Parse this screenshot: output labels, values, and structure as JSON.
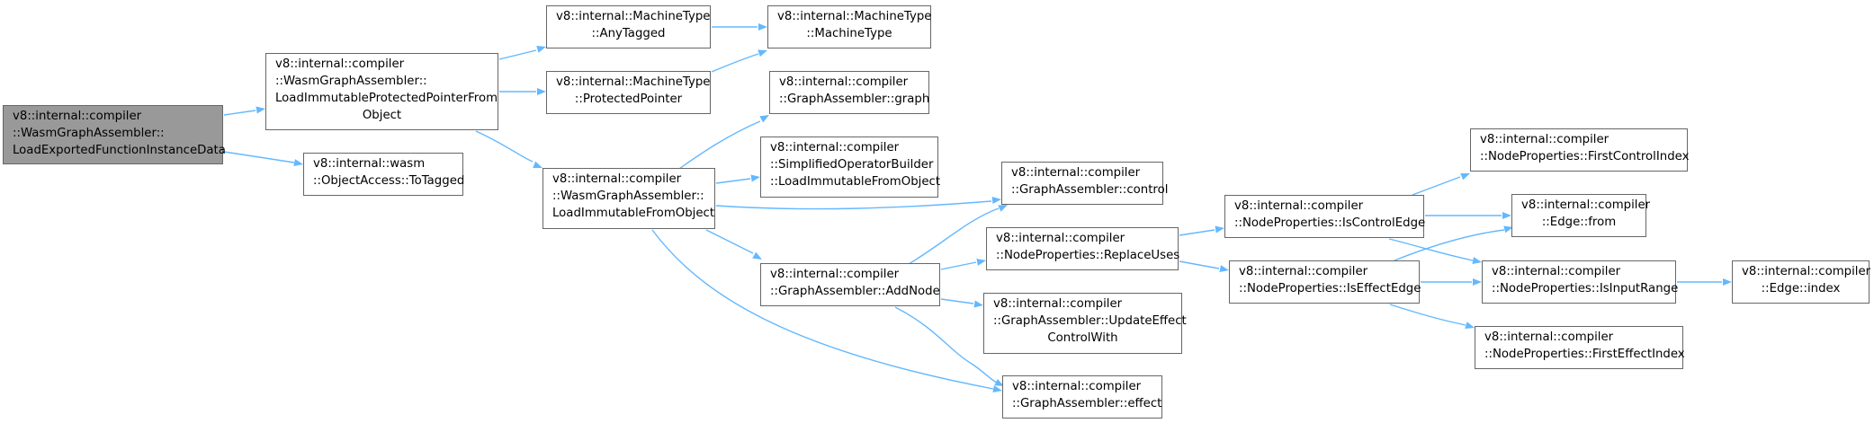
{
  "graph": {
    "nodes": [
      {
        "id": "root",
        "lines": [
          "v8::internal::compiler",
          "::WasmGraphAssembler::",
          "LoadExportedFunctionInstanceData"
        ]
      },
      {
        "id": "load_prot",
        "lines": [
          "v8::internal::compiler",
          "::WasmGraphAssembler::",
          "LoadImmutableProtectedPointerFrom",
          "Object"
        ]
      },
      {
        "id": "to_tagged",
        "lines": [
          "v8::internal::wasm",
          "::ObjectAccess::ToTagged"
        ]
      },
      {
        "id": "any_tagged",
        "lines": [
          "v8::internal::MachineType",
          "::AnyTagged"
        ]
      },
      {
        "id": "prot_ptr",
        "lines": [
          "v8::internal::MachineType",
          "::ProtectedPointer"
        ]
      },
      {
        "id": "load_imm",
        "lines": [
          "v8::internal::compiler",
          "::WasmGraphAssembler::",
          "LoadImmutableFromObject"
        ]
      },
      {
        "id": "mt_ctor",
        "lines": [
          "v8::internal::MachineType",
          "::MachineType"
        ]
      },
      {
        "id": "ga_graph",
        "lines": [
          "v8::internal::compiler",
          "::GraphAssembler::graph"
        ]
      },
      {
        "id": "sob_load",
        "lines": [
          "v8::internal::compiler",
          "::SimplifiedOperatorBuilder",
          "::LoadImmutableFromObject"
        ]
      },
      {
        "id": "ga_addnode",
        "lines": [
          "v8::internal::compiler",
          "::GraphAssembler::AddNode"
        ]
      },
      {
        "id": "ga_control",
        "lines": [
          "v8::internal::compiler",
          "::GraphAssembler::control"
        ]
      },
      {
        "id": "np_replace",
        "lines": [
          "v8::internal::compiler",
          "::NodeProperties::ReplaceUses"
        ]
      },
      {
        "id": "ga_update",
        "lines": [
          "v8::internal::compiler",
          "::GraphAssembler::UpdateEffect",
          "ControlWith"
        ]
      },
      {
        "id": "ga_effect",
        "lines": [
          "v8::internal::compiler",
          "::GraphAssembler::effect"
        ]
      },
      {
        "id": "np_isctrl",
        "lines": [
          "v8::internal::compiler",
          "::NodeProperties::IsControlEdge"
        ]
      },
      {
        "id": "np_iseff",
        "lines": [
          "v8::internal::compiler",
          "::NodeProperties::IsEffectEdge"
        ]
      },
      {
        "id": "np_firstctrl",
        "lines": [
          "v8::internal::compiler",
          "::NodeProperties::FirstControlIndex"
        ]
      },
      {
        "id": "edge_from",
        "lines": [
          "v8::internal::compiler",
          "::Edge::from"
        ]
      },
      {
        "id": "np_isinput",
        "lines": [
          "v8::internal::compiler",
          "::NodeProperties::IsInputRange"
        ]
      },
      {
        "id": "np_firsteff",
        "lines": [
          "v8::internal::compiler",
          "::NodeProperties::FirstEffectIndex"
        ]
      },
      {
        "id": "edge_index",
        "lines": [
          "v8::internal::compiler",
          "::Edge::index"
        ]
      }
    ],
    "edges": [
      [
        "root",
        "load_prot"
      ],
      [
        "root",
        "to_tagged"
      ],
      [
        "load_prot",
        "any_tagged"
      ],
      [
        "load_prot",
        "prot_ptr"
      ],
      [
        "load_prot",
        "load_imm"
      ],
      [
        "any_tagged",
        "mt_ctor"
      ],
      [
        "prot_ptr",
        "mt_ctor"
      ],
      [
        "load_imm",
        "ga_graph"
      ],
      [
        "load_imm",
        "sob_load"
      ],
      [
        "load_imm",
        "ga_control"
      ],
      [
        "load_imm",
        "ga_addnode"
      ],
      [
        "load_imm",
        "ga_effect"
      ],
      [
        "ga_addnode",
        "ga_control"
      ],
      [
        "ga_addnode",
        "np_replace"
      ],
      [
        "ga_addnode",
        "ga_update"
      ],
      [
        "ga_addnode",
        "ga_effect"
      ],
      [
        "np_replace",
        "np_isctrl"
      ],
      [
        "np_replace",
        "np_iseff"
      ],
      [
        "np_isctrl",
        "np_firstctrl"
      ],
      [
        "np_isctrl",
        "edge_from"
      ],
      [
        "np_isctrl",
        "np_isinput"
      ],
      [
        "np_iseff",
        "edge_from"
      ],
      [
        "np_iseff",
        "np_isinput"
      ],
      [
        "np_iseff",
        "np_firsteff"
      ],
      [
        "np_isinput",
        "edge_index"
      ]
    ]
  },
  "colors": {
    "edge": "#63b8ff",
    "root_fill": "#999999",
    "border": "#666666"
  }
}
